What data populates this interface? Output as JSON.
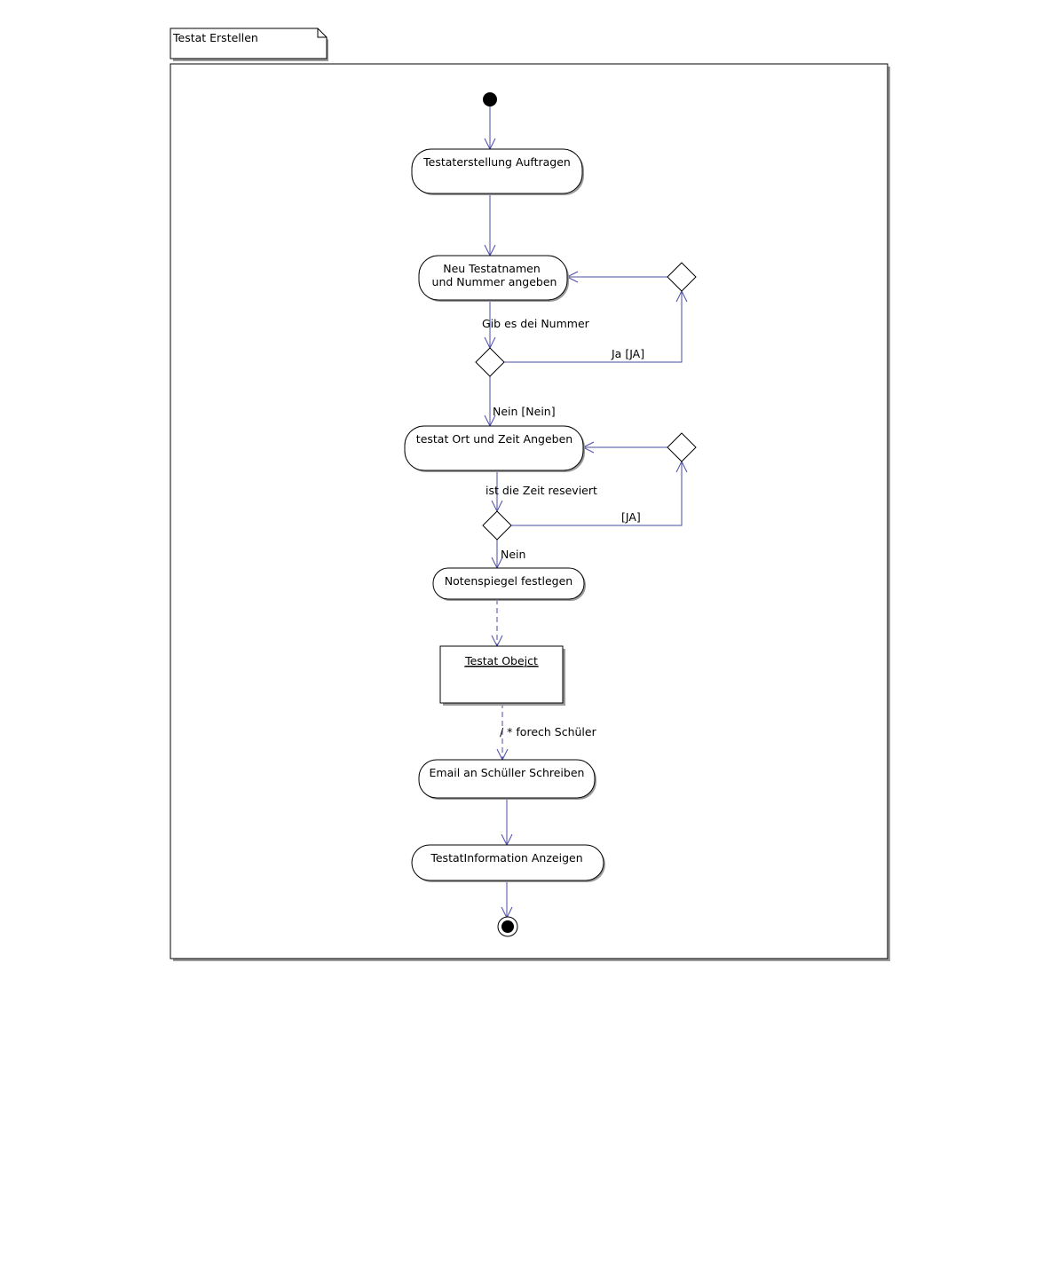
{
  "frame": {
    "title": "Testat Erstellen"
  },
  "nodes": {
    "start": {},
    "action_1": {
      "lines": [
        "Testaterstellung Auftragen"
      ]
    },
    "action_2": {
      "lines": [
        "Neu Testatnamen",
        "und Nummer angeben"
      ]
    },
    "decision_1": {},
    "merge_1": {},
    "action_3": {
      "lines": [
        "testat Ort und Zeit Angeben"
      ]
    },
    "decision_2": {},
    "merge_2": {},
    "action_4": {
      "lines": [
        "Notenspiegel festlegen"
      ]
    },
    "object_1": {
      "name": "Testat Obejct"
    },
    "action_5": {
      "lines": [
        "Email an Schüller Schreiben"
      ]
    },
    "action_6": {
      "lines": [
        "TestatInformation Anzeigen"
      ]
    },
    "end": {}
  },
  "edges": {
    "gib_es": "Gib es dei Nummer",
    "ja": "Ja [JA]",
    "nein_nein": "Nein [Nein]",
    "ist_die_zeit": "ist die Zeit reseviert",
    "ja2": "[JA]",
    "nein": "Nein",
    "foreach": "/ * forech Schüler"
  },
  "colors": {
    "flow": "#4b4ba8",
    "outline": "#000000",
    "shadow": "#9a9a9a"
  }
}
